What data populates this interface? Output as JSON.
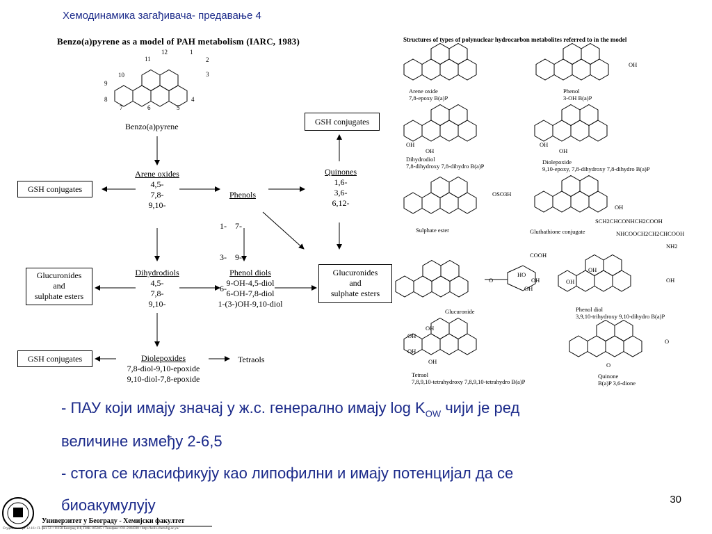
{
  "header": "Хемодинамика загађивача- предавање 4",
  "left_title": "Benzo(a)pyrene as a model of PAH metabolism (IARC, 1983)",
  "right_title": "Structures of types of polynuclear hydrocarbon metabolites referred to in the model",
  "bap_label": "Benzo(a)pyrene",
  "atoms": [
    "1",
    "2",
    "3",
    "4",
    "5",
    "6",
    "7",
    "8",
    "9",
    "10",
    "11",
    "12"
  ],
  "flow": {
    "gsh_top": "GSH conjugates",
    "gsh_left1": "GSH conjugates",
    "gsh_left2": "GSH conjugates",
    "arene_oxides": {
      "title": "Arene oxides",
      "lines": [
        "4,5-",
        "7,8-",
        "9,10-"
      ]
    },
    "phenols": {
      "title": "Phenols",
      "lines": [
        "1-    7-",
        "3-    9-",
        "6-"
      ]
    },
    "quinones": {
      "title": "Quinones",
      "lines": [
        "1,6-",
        "3,6-",
        "6,12-"
      ]
    },
    "dihydrodiols": {
      "title": "Dihydrodiols",
      "lines": [
        "4,5-",
        "7,8-",
        "9,10-"
      ]
    },
    "phenol_diols": {
      "title": "Phenol diols",
      "lines": [
        "9-OH-4,5-diol",
        "6-OH-7,8-diol",
        "1-(3-)OH-9,10-diol"
      ]
    },
    "glucuronides_left": [
      "Glucuronides",
      "and",
      "sulphate esters"
    ],
    "glucuronides_right": [
      "Glucuronides",
      "and",
      "sulphate esters"
    ],
    "diolepoxides": {
      "title": "Diolepoxides",
      "lines": [
        "7,8-diol-9,10-epoxide",
        "9,10-diol-7,8-epoxide"
      ]
    },
    "tetraols": "Tetraols"
  },
  "structures": [
    {
      "name": "Arene oxide",
      "sub": "7,8-epoxy B(a)P"
    },
    {
      "name": "Phenol",
      "sub": "3-OH B(a)P"
    },
    {
      "name": "Dihydrodiol",
      "sub": "7,8-dihydroxy 7,8-dihydro B(a)P"
    },
    {
      "name": "Diolepoxide",
      "sub": "9,10-epoxy, 7,8-dihydroxy 7,8-dihydro B(a)P"
    },
    {
      "name": "Sulphate ester",
      "sub": ""
    },
    {
      "name": "Gluthathione conjugate",
      "sub": ""
    },
    {
      "name": "Glucuronide",
      "sub": ""
    },
    {
      "name": "Phenol diol",
      "sub": "3,9,10-trihydroxy 9,10-dihydro B(a)P"
    },
    {
      "name": "Tetraol",
      "sub": "7,8,9,10-tetrahydroxy 7,8,9,10-tetrahydro B(a)P"
    },
    {
      "name": "Quinone",
      "sub": "B(a)P 3,6-dione"
    }
  ],
  "labels": {
    "oh": "OH",
    "oso3h": "OSO3H",
    "sch": "SCH2CHCONHCH2COOH",
    "nhco": "NHCOOCH2CH2CHCOOH",
    "nh2": "NH2",
    "cooh": "COOH",
    "ho": "HO",
    "o": "O"
  },
  "body_lines": [
    "- ПАУ који имају значај у ж.с. генерално имају log K",
    "OW",
    " чији је ред",
    "величине између 2-6,5",
    "- стога се класификују као липофилни и имају потенцијал да се",
    "биоакумулују"
  ],
  "page_number": "30",
  "footer": "Универзитет у Београду - Хемијски факултет",
  "footer_small": "Студентски трг 12-16 • П. фах 51 • 11158 Београд 118, ПАК 105305 • Телефакс: 011-2184330 • http://helix.chem.bg.ac.yu/"
}
